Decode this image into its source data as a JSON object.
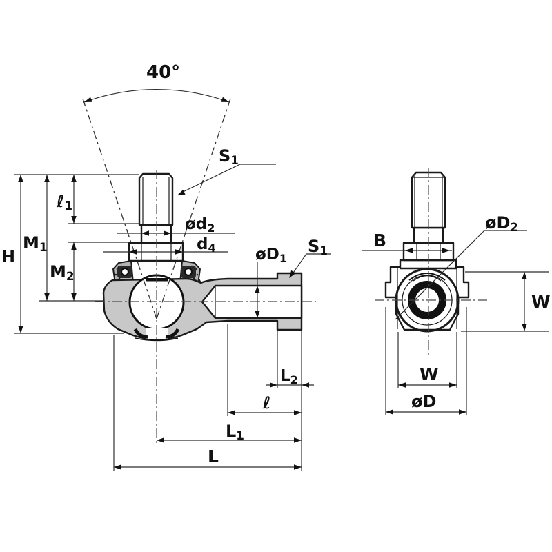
{
  "drawing_type": "ball-joint-rod-end-technical-drawing",
  "labels": {
    "cone_angle": {
      "base": "40°",
      "sub": ""
    },
    "stud_wrench": {
      "base": "S",
      "sub": "1"
    },
    "stud_thread_dia": {
      "base": "ød",
      "sub": "2"
    },
    "washer_dia": {
      "base": "d",
      "sub": "4"
    },
    "bore_dia": {
      "base": "øD",
      "sub": "1"
    },
    "socket_wrench": {
      "base": "S",
      "sub": "1"
    },
    "total_height": {
      "base": "H",
      "sub": ""
    },
    "stud_top_to_center": {
      "base": "M",
      "sub": "1"
    },
    "washer_to_center": {
      "base": "M",
      "sub": "2"
    },
    "stud_thread_len": {
      "base": "ℓ",
      "sub": "1"
    },
    "step_len": {
      "base": "L",
      "sub": "2"
    },
    "socket_thread_len": {
      "base": "ℓ",
      "sub": ""
    },
    "center_to_end": {
      "base": "L",
      "sub": "1"
    },
    "total_len": {
      "base": "L",
      "sub": ""
    },
    "nut_width": {
      "base": "B",
      "sub": ""
    },
    "ring_dia": {
      "base": "øD",
      "sub": "2"
    },
    "body_width_side": {
      "base": "W",
      "sub": ""
    },
    "body_width_bottom": {
      "base": "W",
      "sub": ""
    },
    "body_dia": {
      "base": "øD",
      "sub": ""
    }
  },
  "colors": {
    "line": "#1a1a1a",
    "section_fill": "#c8c8c8",
    "boot_fill": "#b5b5b5",
    "background": "#ffffff"
  }
}
